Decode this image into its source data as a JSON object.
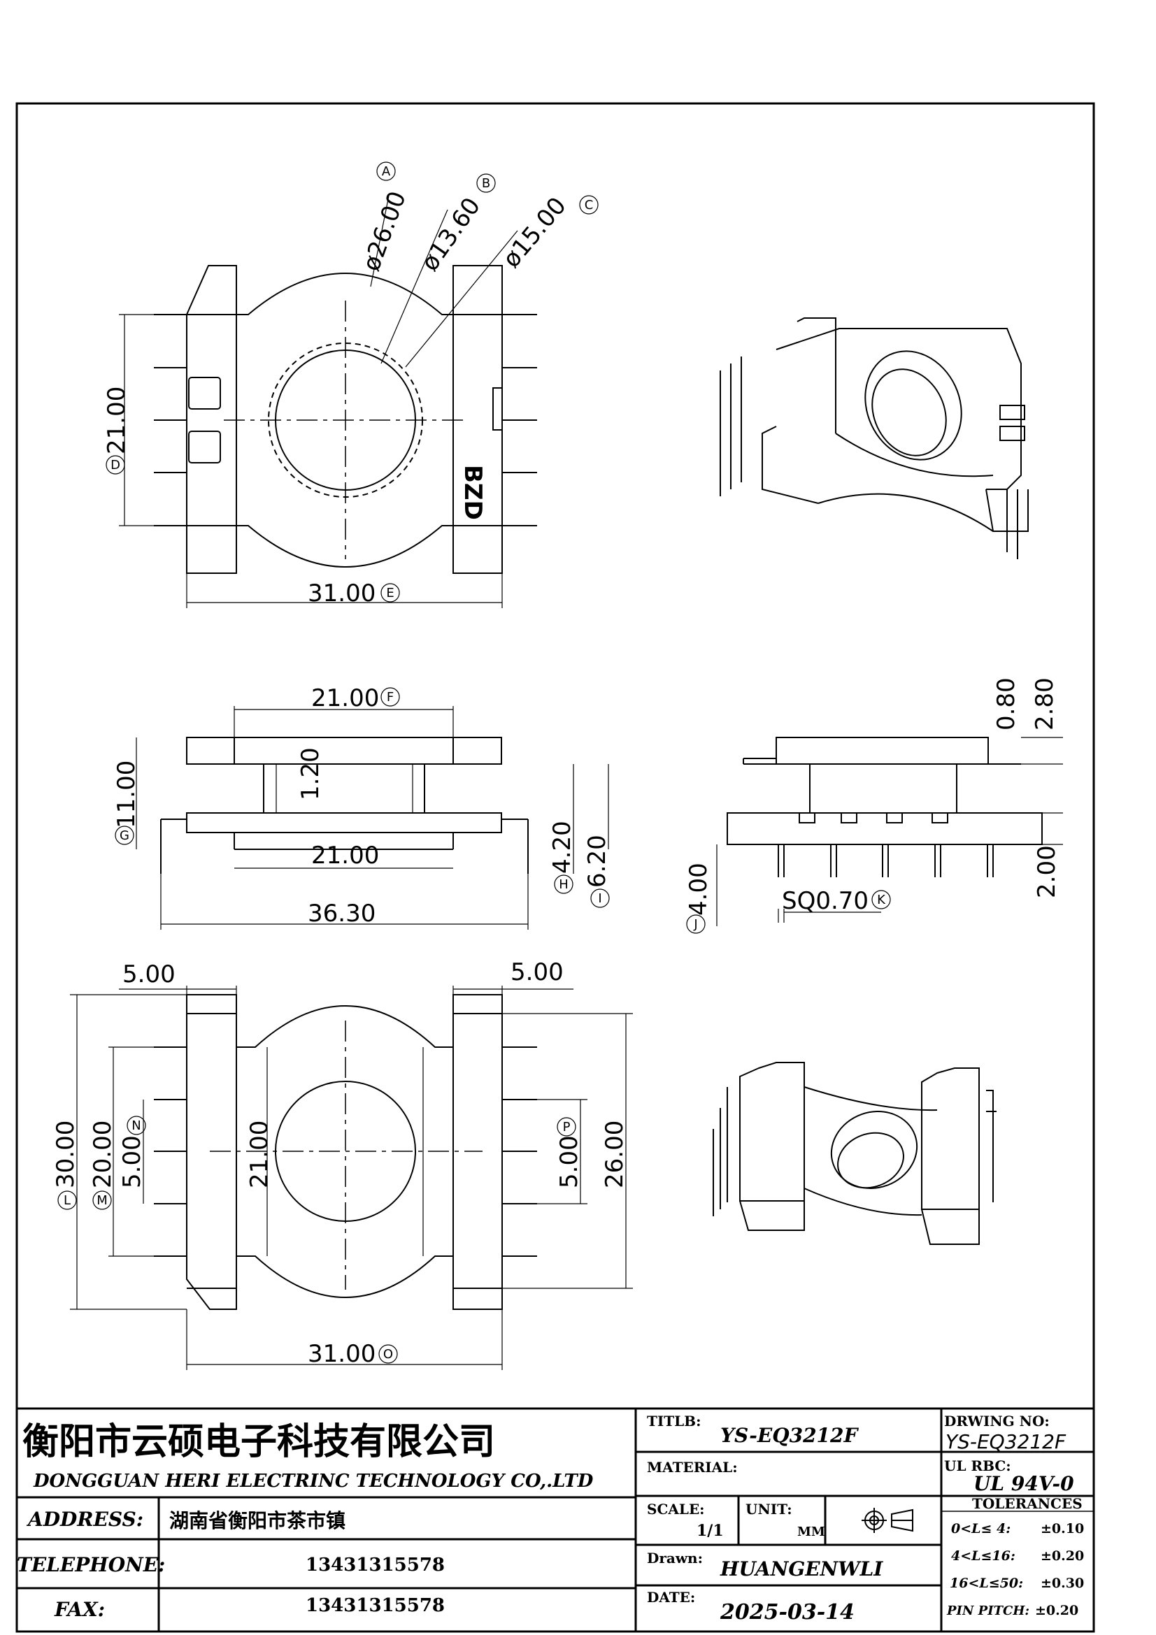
{
  "drawing": {
    "top_view": {
      "dia_a": "ø26.00",
      "dia_b": "ø13.60",
      "dia_c": "ø15.00",
      "height_d": "21.00",
      "width_e": "31.00",
      "brand": "BZD",
      "circle_a": "A",
      "circle_b": "B",
      "circle_c": "C",
      "circle_d": "D",
      "circle_e": "E"
    },
    "side_view": {
      "top_width_f": "21.00",
      "wall": "1.20",
      "height_g": "11.00",
      "bottom_width": "21.00",
      "dim_h": "4.20",
      "dim_i": "6.20",
      "overall": "36.30",
      "circle_f": "F",
      "circle_g": "G",
      "circle_h": "H",
      "circle_i": "I"
    },
    "end_view": {
      "d1": "0.80",
      "d2": "2.80",
      "d3": "2.00",
      "pin_j": "4.00",
      "pin_k": "SQ0.70",
      "circle_j": "J",
      "circle_k": "K"
    },
    "bottom_view": {
      "flange_l": "5.00",
      "flange_r": "5.00",
      "height_l": "30.00",
      "height_m": "20.00",
      "pitch_n": "5.00",
      "inner": "21.00",
      "pitch_p": "5.00",
      "height_26": "26.00",
      "width_o": "31.00",
      "circle_l": "L",
      "circle_m": "M",
      "circle_n": "N",
      "circle_p": "P",
      "circle_o": "O"
    }
  },
  "title_block": {
    "company_cn": "衡阳市云硕电子科技有限公司",
    "company_en": "DONGGUAN HERI ELECTRINC TECHNOLOGY CO,.LTD",
    "address_label": "ADDRESS:",
    "address_value": "湖南省衡阳市茶市镇",
    "telephone_label": "TELEPHONE:",
    "telephone_value": "13431315578",
    "fax_label": "FAX:",
    "fax_value": "13431315578",
    "title_label": "TITLB:",
    "title_value": "YS-EQ3212F",
    "material_label": "MATERIAL:",
    "material_value": "",
    "scale_label": "SCALE:",
    "scale_value": "1/1",
    "unit_label": "UNIT:",
    "unit_value": "MM",
    "drawn_label": "Drawn:",
    "drawn_value": "HUANGENWLI",
    "date_label": "DATE:",
    "date_value": "2025-03-14",
    "drawing_no_label": "DRWING NO:",
    "drawing_no_value": "YS-EQ3212F",
    "ul_label": "UL RBC:",
    "ul_value": "UL 94V-0",
    "tolerances_label": "TOLERANCES",
    "tol_1_range": "0<L≤ 4:",
    "tol_1_value": "±0.10",
    "tol_2_range": "4<L≤16:",
    "tol_2_value": "±0.20",
    "tol_3_range": "16<L≤50:",
    "tol_3_value": "±0.30",
    "tol_4_range": "PIN PITCH:",
    "tol_4_value": "±0.20"
  }
}
